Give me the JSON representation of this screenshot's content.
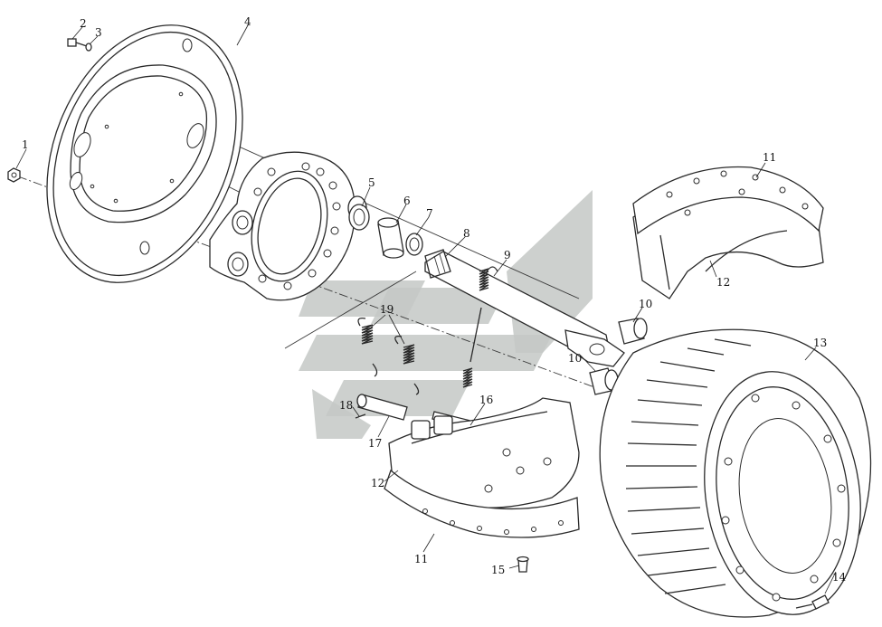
{
  "diagram": {
    "callouts": [
      {
        "id": "c1",
        "text": "1"
      },
      {
        "id": "c2",
        "text": "2"
      },
      {
        "id": "c3",
        "text": "3"
      },
      {
        "id": "c4",
        "text": "4"
      },
      {
        "id": "c5",
        "text": "5"
      },
      {
        "id": "c6",
        "text": "6"
      },
      {
        "id": "c7",
        "text": "7"
      },
      {
        "id": "c8",
        "text": "8"
      },
      {
        "id": "c9",
        "text": "9"
      },
      {
        "id": "c10a",
        "text": "10"
      },
      {
        "id": "c10b",
        "text": "10"
      },
      {
        "id": "c11a",
        "text": "11"
      },
      {
        "id": "c11b",
        "text": "11"
      },
      {
        "id": "c12a",
        "text": "12"
      },
      {
        "id": "c12b",
        "text": "12"
      },
      {
        "id": "c13",
        "text": "13"
      },
      {
        "id": "c14",
        "text": "14"
      },
      {
        "id": "c15",
        "text": "15"
      },
      {
        "id": "c16",
        "text": "16"
      },
      {
        "id": "c17",
        "text": "17"
      },
      {
        "id": "c18",
        "text": "18"
      },
      {
        "id": "c19",
        "text": "19"
      }
    ]
  }
}
